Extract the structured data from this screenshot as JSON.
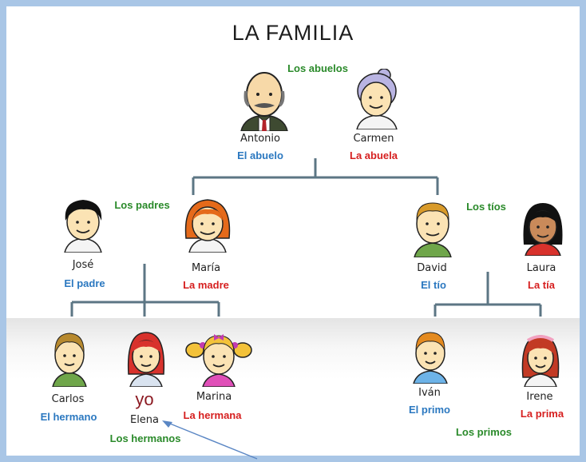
{
  "title": "LA FAMILIA",
  "groups": {
    "abuelos": "Los abuelos",
    "padres": "Los padres",
    "tios": "Los tíos",
    "hermanos": "Los hermanos",
    "primos": "Los primos"
  },
  "people": {
    "antonio": {
      "name": "Antonio",
      "role": "El abuelo"
    },
    "carmen": {
      "name": "Carmen",
      "role": "La abuela"
    },
    "jose": {
      "name": "José",
      "role": "El padre"
    },
    "maria": {
      "name": "María",
      "role": "La madre"
    },
    "david": {
      "name": "David",
      "role": "El tío"
    },
    "laura": {
      "name": "Laura",
      "role": "La tía"
    },
    "carlos": {
      "name": "Carlos",
      "role": "El hermano"
    },
    "elena": {
      "name": "Elena",
      "role": "yo"
    },
    "marina": {
      "name": "Marina",
      "role": "La hermana"
    },
    "ivan": {
      "name": "Iván",
      "role": "El primo"
    },
    "irene": {
      "name": "Irene",
      "role": "La prima"
    }
  },
  "colors": {
    "frame": "#a9c6e6",
    "masculine": "#2b78c0",
    "feminine": "#d61f1f",
    "group": "#2a8a2a",
    "connector": "#5c7684",
    "arrow": "#5a86c4"
  }
}
